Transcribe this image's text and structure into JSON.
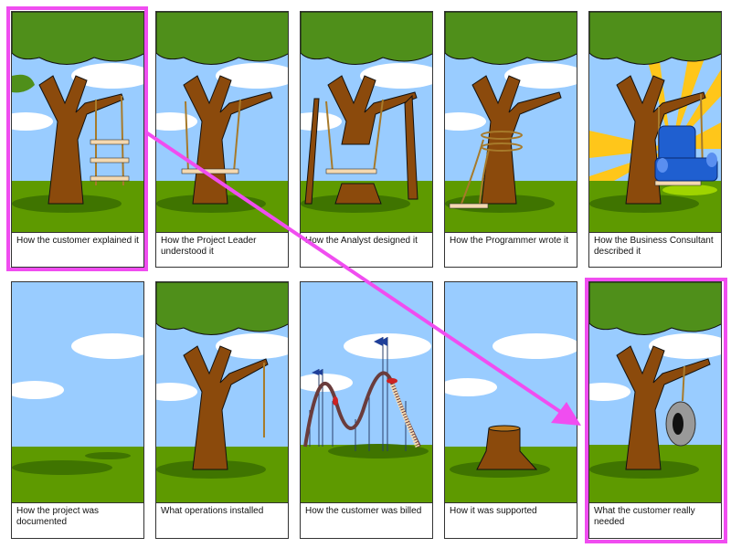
{
  "title": "Tree Swing Project Cartoon",
  "colors": {
    "sky": "#99ccff",
    "grass": "#5e9a00",
    "grass_light": "#6fb000",
    "shadow": "#3f7400",
    "trunk": "#8b4a0c",
    "trunk_light": "#c07a1c",
    "leaves": "#4f8f1a",
    "leaves_dark": "#3b7410",
    "cloud": "#ffffff",
    "rope": "#a77a2a",
    "plank": "#f5d9b0",
    "highlight": "#f04df0",
    "sun": "#ffc61a",
    "chair": "#1f5fd0",
    "tire": "#999999",
    "coaster_track": "#6a3c3c",
    "coaster_car": "#cc2222",
    "flag": "#1f3f99"
  },
  "panels": [
    {
      "caption": "How the customer explained it",
      "scene": "three-tier-swing",
      "highlighted": true
    },
    {
      "caption": "How the Project Leader understood it",
      "scene": "swing-through-trunk",
      "highlighted": false
    },
    {
      "caption": "How the Analyst designed it",
      "scene": "cut-trunk-propped-swing",
      "highlighted": false
    },
    {
      "caption": "How the Programmer wrote it",
      "scene": "rope-tied-around-trunk",
      "highlighted": false
    },
    {
      "caption": "How the Business Consultant described it",
      "scene": "armchair-swing-sunburst",
      "highlighted": false
    },
    {
      "caption": "How the project was documented",
      "scene": "empty-field",
      "highlighted": false
    },
    {
      "caption": "What operations installed",
      "scene": "rope-only",
      "highlighted": false
    },
    {
      "caption": "How the customer was billed",
      "scene": "roller-coaster",
      "highlighted": false
    },
    {
      "caption": "How it was supported",
      "scene": "tree-stump",
      "highlighted": false
    },
    {
      "caption": "What the customer really needed",
      "scene": "tire-swing",
      "highlighted": true
    }
  ],
  "arrow": {
    "from_panel": 0,
    "to_panel": 9,
    "color": "#f04df0"
  }
}
